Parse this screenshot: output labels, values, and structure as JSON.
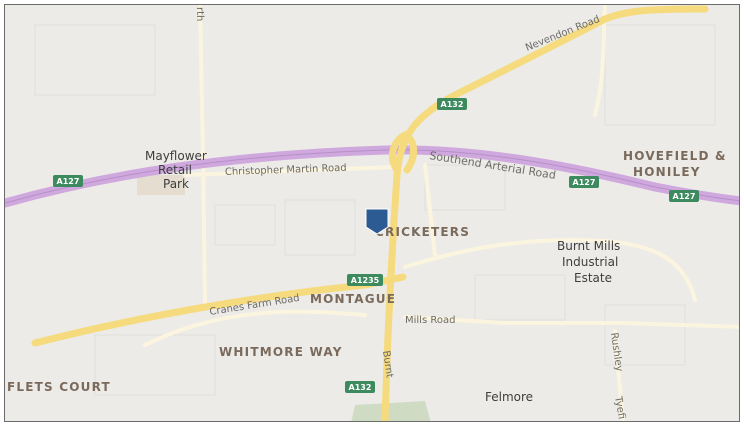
{
  "map": {
    "colors": {
      "background": "#ecebe8",
      "major_road": "#f5db7e",
      "arterial": "#cfa8de",
      "minor_road": "#fbf5df",
      "park": "#cfdcc3",
      "shield": "#3d8a5e",
      "marker": "#2c5a93"
    },
    "roads": {
      "nevendon": "Nevendon Road",
      "southend": "Southend Arterial Road",
      "christopher": "Christopher Martin Road",
      "cranes": "Cranes Farm Road",
      "burnt_mills_road": "Mills Road",
      "burnt_prefix": "Burnt",
      "rushley": "Rushley",
      "tyefields": "Tyefi",
      "partial_top": "rth"
    },
    "shields": {
      "a127_left": "A127",
      "a127_mid": "A127",
      "a127_right": "A127",
      "a132_top": "A132",
      "a132_bottom": "A132",
      "a1235": "A1235"
    },
    "areas": {
      "hovefield_1": "HOVEFIELD &",
      "hovefield_2": "HONILEY",
      "cricketers": "CRICKETERS",
      "montague": "MONTAGUE",
      "whitmore": "WHITMORE WAY",
      "flets": "FLETS COURT"
    },
    "places": {
      "mayflower_1": "Mayflower",
      "mayflower_2": "Retail",
      "mayflower_3": "Park",
      "burnt_mills_1": "Burnt Mills",
      "burnt_mills_2": "Industrial",
      "burnt_mills_3": "Estate",
      "felmore": "Felmore"
    },
    "marker_icon": "location-pin-icon"
  }
}
